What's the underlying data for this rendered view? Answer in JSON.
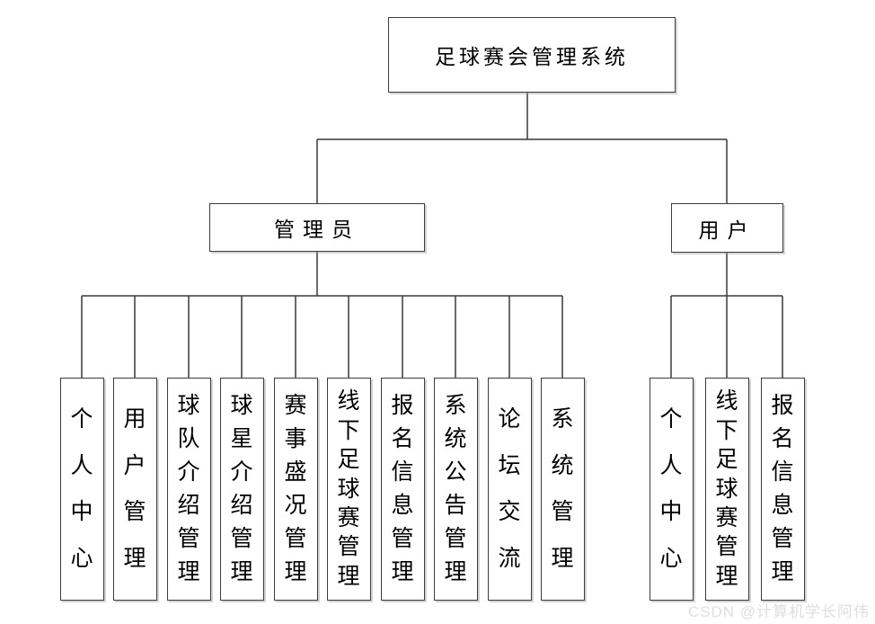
{
  "diagram": {
    "root": {
      "label": "足球赛会管理系统"
    },
    "branches": [
      {
        "id": "admin",
        "label": "管理员",
        "children": [
          "个人中心",
          "用户管理",
          "球队介绍管理",
          "球星介绍管理",
          "赛事盛况管理",
          "线下足球赛管理",
          "报名信息管理",
          "系统公告管理",
          "论坛交流",
          "系统管理"
        ]
      },
      {
        "id": "user",
        "label": "用户",
        "children": [
          "个人中心",
          "线下足球赛管理",
          "报名信息管理"
        ]
      }
    ]
  },
  "watermark": "CSDN @计算机学长阿伟",
  "colors": {
    "line": "#383838",
    "border": "#3c3c3c",
    "background": "#ffffff",
    "watermark_text": "#e0dede"
  }
}
